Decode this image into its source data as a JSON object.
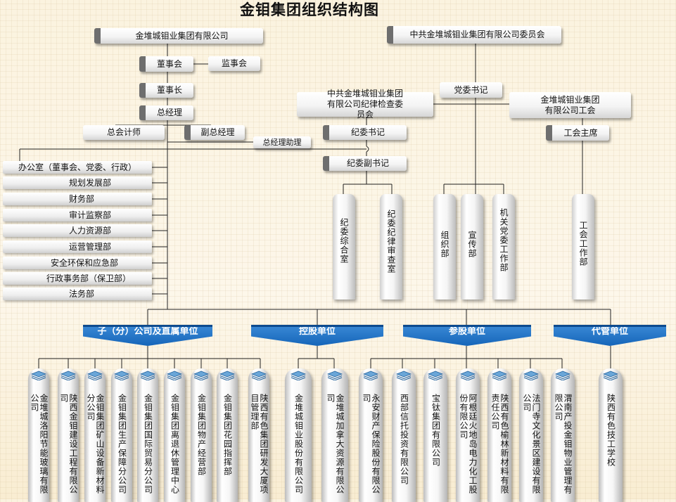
{
  "title": "金钼集团组织结构图",
  "company": {
    "name": "金堆城钼业集团有限公司",
    "board": "董事会",
    "supervisors": "监事会",
    "chairman": "董事长",
    "gm": "总经理",
    "chief_accountant": "总会计师",
    "deputy_gm": "副总经理",
    "gm_assistant": "总经理助理"
  },
  "party": {
    "committee": "中共金堆城钼业集团有限公司委员会",
    "secretary": "党委书记",
    "discipline_committee": "中共金堆城钼业集团有限公司纪律检查委员会",
    "discipline_secretary": "纪委书记",
    "discipline_deputy": "纪委副书记",
    "union": "金堆城钼业集团有限公司工会",
    "union_chair": "工会主席"
  },
  "departments": [
    "办公室（董事会、党委、行政）",
    "规划发展部",
    "财务部",
    "审计监察部",
    "人力资源部",
    "运营管理部",
    "安全环保和应急部",
    "行政事务部（保卫部）",
    "法务部"
  ],
  "party_departments": {
    "discipline": [
      "纪委综合室",
      "纪委纪律审查室"
    ],
    "committee": [
      "组织部",
      "宣传部",
      "机关党委工作部"
    ],
    "union": [
      "工会工作部"
    ]
  },
  "categories": [
    "子（分）公司及直属单位",
    "控股单位",
    "参股单位",
    "代管单位"
  ],
  "units": {
    "subsidiaries": [
      "金堆城洛阳节能玻璃有限公司",
      "陕西金钼建设工程有限公司",
      "金钼集团矿山设备新材料分公司",
      "金钼集团生产保障分公司",
      "金钼集团国际贸易分公司",
      "金钼集团离退休管理中心",
      "金钼集团物产经营部",
      "金钼集团花园指挥部",
      "陕西有色集团研发大厦项目管理部"
    ],
    "holdings": [
      "金堆城钼业股份有限公司",
      "金堆城加拿大资源有限公司"
    ],
    "participations": [
      "永安财产保险股份有限公司",
      "西部信托投资有限公司",
      "宝钛集团有限公司",
      "阿根廷火地岛电力化工股份有限公司",
      "陕西有色榆林新材料有限责任公司",
      "法门寺文化景区建设有限公司",
      "渭南产投金钼物业管理有限公司"
    ],
    "managed": [
      "陕西有色技工学校"
    ]
  },
  "colors": {
    "banner": "#1565b9",
    "connector": "#222222",
    "background": "#fbf3df"
  }
}
